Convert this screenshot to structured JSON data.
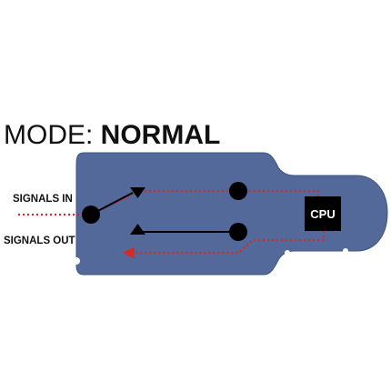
{
  "title": {
    "prefix": "MODE: ",
    "mode": "NORMAL"
  },
  "labels": {
    "signals_in": "SIGNALS IN",
    "signals_out": "SIGNALS OUT",
    "cpu": "CPU"
  },
  "colors": {
    "board": "#52699a",
    "board_edge": "#3f5583",
    "node": "#000000",
    "signal_path": "#d42a2a",
    "wire": "#000000",
    "cpu_box": "#000000"
  }
}
